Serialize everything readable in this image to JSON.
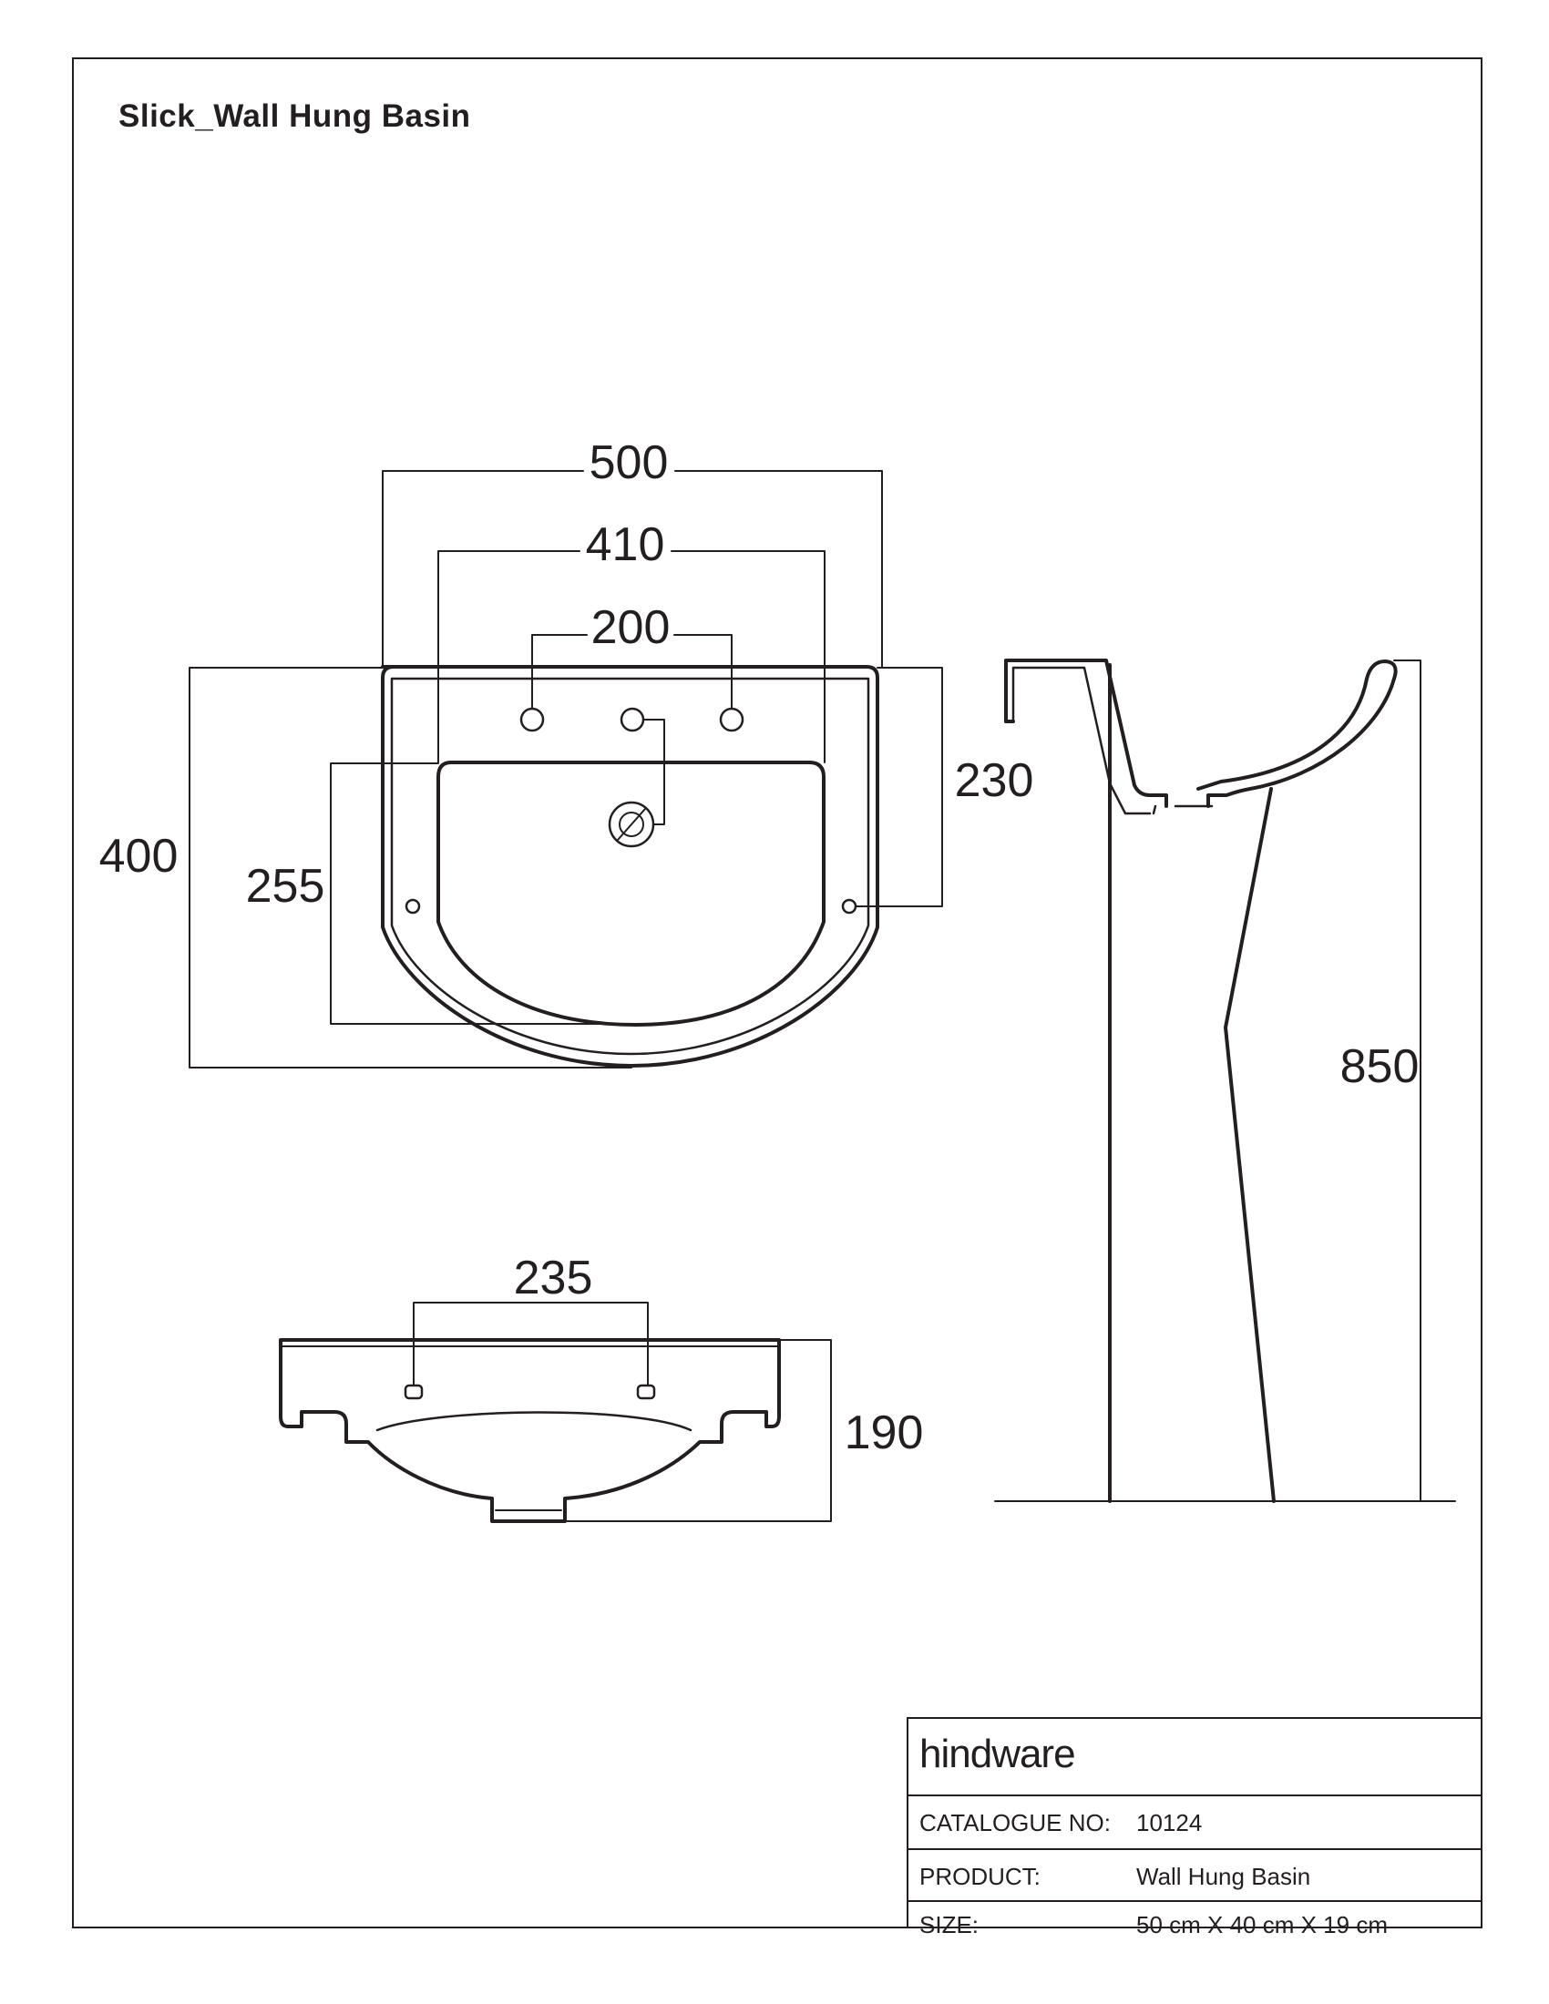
{
  "title": "Slick_Wall Hung Basin",
  "dimensions": {
    "top_width": "500",
    "bowl_width": "410",
    "tap_spacing": "200",
    "depth": "400",
    "bowl_depth": "255",
    "fixing_height": "230",
    "total_height": "850",
    "fixing_spacing": "235",
    "basin_height": "190"
  },
  "title_block": {
    "logo": "hindware",
    "rows": [
      {
        "label": "CATALOGUE NO:",
        "value": "10124"
      },
      {
        "label": "PRODUCT:",
        "value": "Wall Hung Basin"
      },
      {
        "label": "SIZE:",
        "value": "50 cm X 40 cm X 19 cm"
      }
    ]
  },
  "colors": {
    "line": "#231f20",
    "background": "#ffffff"
  }
}
